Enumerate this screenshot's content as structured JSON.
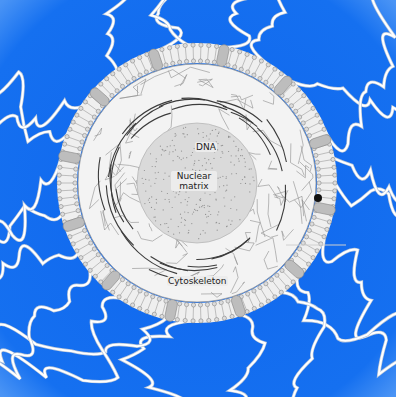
{
  "diagram": {
    "labels": [
      "DNA",
      "Nuclear matrix",
      "Cytoskeleton"
    ]
  }
}
